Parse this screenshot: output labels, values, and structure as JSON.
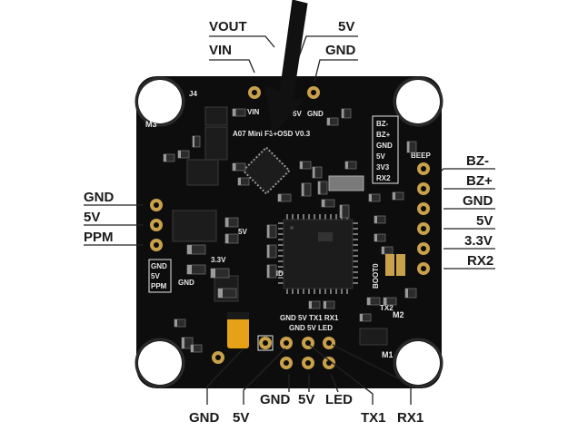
{
  "callouts": {
    "top": {
      "vout": "VOUT",
      "vin": "VIN",
      "five_v": "5V",
      "gnd": "GND"
    },
    "left": {
      "gnd": "GND",
      "five_v": "5V",
      "ppm": "PPM"
    },
    "right": {
      "bz_minus": "BZ-",
      "bz_plus": "BZ+",
      "gnd": "GND",
      "five_v": "5V",
      "three_v3": "3.3V",
      "rx2": "RX2"
    },
    "bottom": {
      "gnd_outer": "GND",
      "five_v_outer": "5V",
      "gnd_inner": "GND",
      "five_v_inner": "5V",
      "led": "LED",
      "tx1": "TX1",
      "rx1": "RX1"
    }
  },
  "silkscreen": {
    "board_name": "A07 Mini F3+OSD V0.3",
    "m3": "M3",
    "m2": "M2",
    "m1": "M1",
    "vin": "VIN",
    "five_v": "5V",
    "gnd": "GND",
    "bz_minus": "BZ-",
    "bz_plus": "BZ+",
    "gnd2": "GND",
    "five_v2": "5V",
    "v3": "3V3",
    "rx2": "RX2",
    "beep": "BEEP",
    "boot": "BOOT0",
    "tx2": "TX2",
    "three_v3": "3.3V",
    "five_v_reg": "5V",
    "gnd_left": "GND",
    "left_block_gnd": "GND",
    "left_block_5v": "5V",
    "left_block_ppm": "PPM",
    "gnd_mid": "GND",
    "bottom_row1": "GND 5V TX1 RX1",
    "bottom_row2": "GND 5V LED",
    "j4": "J4"
  },
  "colors": {
    "board": "#0d0d0d",
    "pad_gold": "#c9a14a",
    "silkscreen": "#e8e8e8",
    "leader": "#222222",
    "arrow": "#111111",
    "tantalum": "#e6a217"
  }
}
